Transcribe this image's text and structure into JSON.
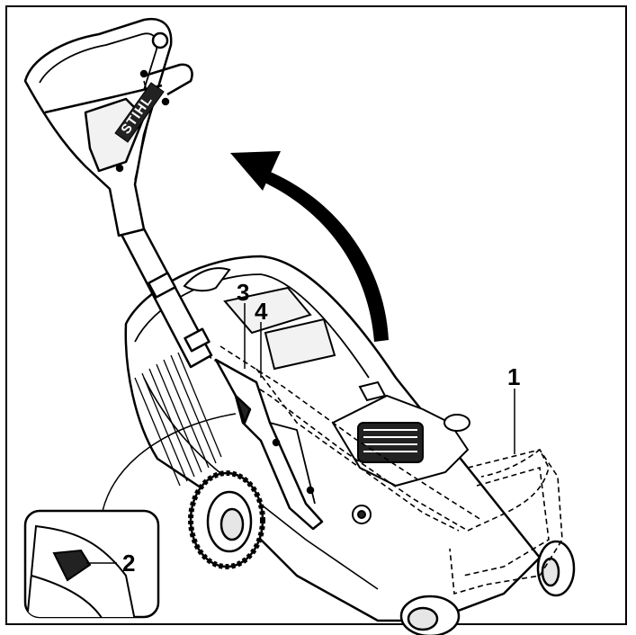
{
  "colors": {
    "line": "#000000",
    "fill": "#ffffff",
    "shade": "#e6e6e6",
    "dark": "#222222"
  },
  "brand": {
    "logo_text": "STIHL"
  },
  "callouts": [
    {
      "id": "1",
      "label": "1"
    },
    {
      "id": "2",
      "label": "2"
    },
    {
      "id": "3",
      "label": "3"
    },
    {
      "id": "4",
      "label": "4"
    }
  ],
  "icons": {
    "arrow": "curved-arrow-icon",
    "inset": "detail-inset-icon"
  }
}
